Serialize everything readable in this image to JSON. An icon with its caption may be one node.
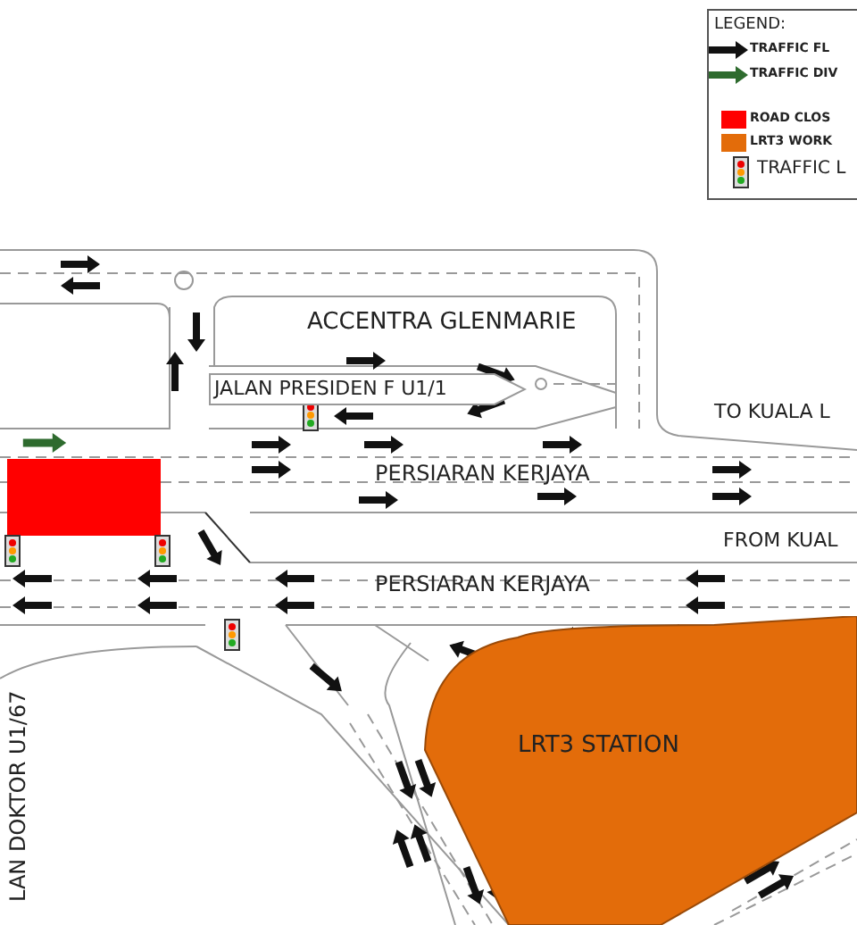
{
  "diagram": {
    "nodes": [
      {
        "text": [
          "ACCENTRA GLENMARIE"
        ]
      },
      {
        "text": [
          "JALAN PRESIDEN F U1/1"
        ]
      },
      {
        "text": [
          "LRT3 STATION"
        ]
      }
    ],
    "labels": [
      "LEGEND:",
      "TO KUALA L",
      "PERSIARAN KERJAYA",
      "FROM KUAL",
      "PERSIARAN KERJAYA",
      "LAN DOKTOR U1/67"
    ],
    "legend": [
      {
        "text": "TRAFFIC FL"
      },
      {
        "text": "TRAFFIC DIV"
      },
      {
        "text": "ROAD CLOS",
        "color": "#ff0000"
      },
      {
        "text": "LRT3 WORK",
        "color": "#e36c0a"
      },
      {
        "text": "TRAFFIC L"
      }
    ]
  }
}
